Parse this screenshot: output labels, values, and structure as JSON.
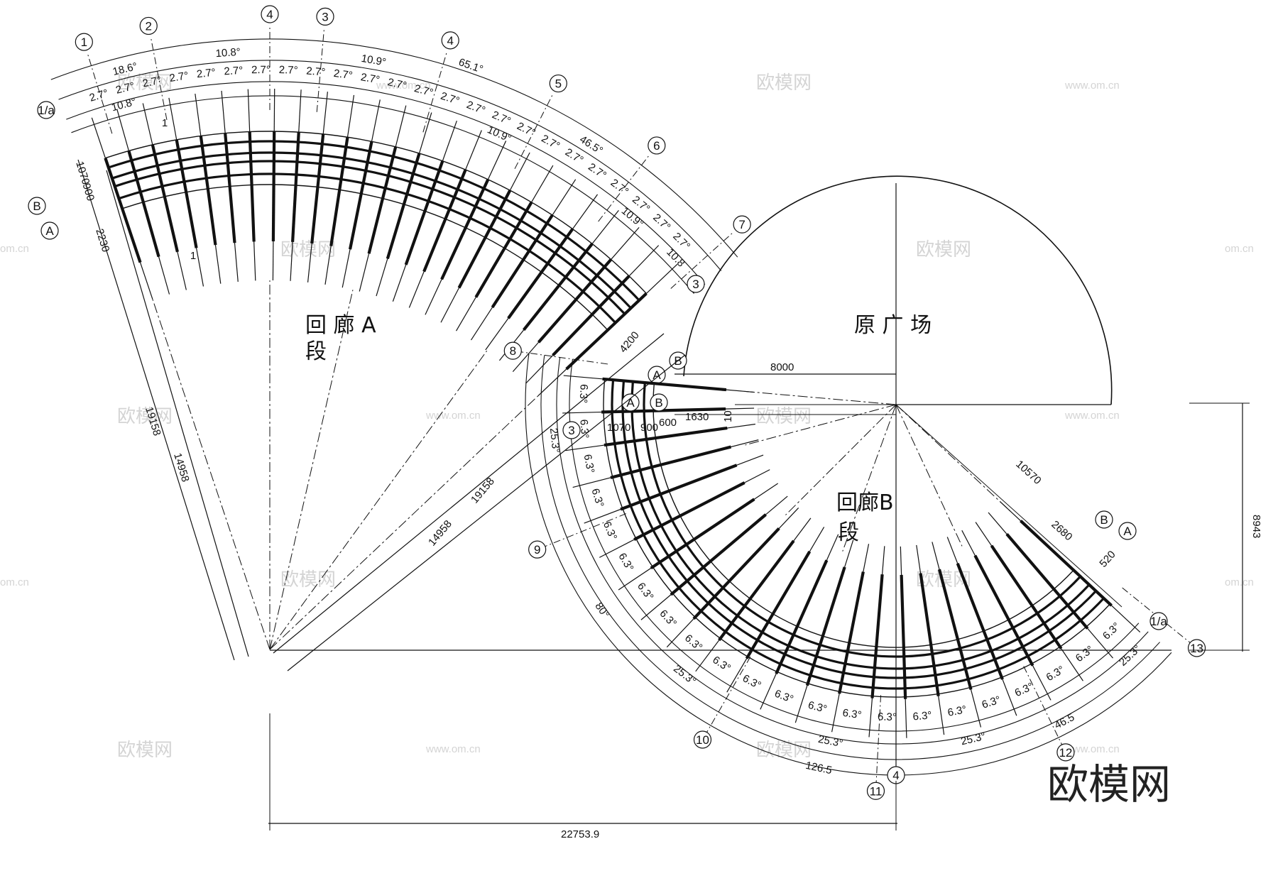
{
  "labels": {
    "corridor_a_1": "回 廊 A",
    "corridor_a_2": "段",
    "corridor_b_1": "回廊B",
    "corridor_b_2": "段",
    "plaza": "原 广 场",
    "brand": "欧模网",
    "watermark": "欧模网",
    "watermark_url": "www.om.cn",
    "watermark_partial": "om.cn",
    "section_mark": "1"
  },
  "dimensions": {
    "a_angle_total": "65.1°",
    "a_angle_18_6": "18.6°",
    "a_angle_46_5": "46.5°",
    "a_arc_1": "10.8°",
    "a_arc_2": "10.9°",
    "a_arc_3": "10.8°",
    "a_arc_4": "10.9°",
    "a_arc_5": "10.8",
    "a_arc_6": "10.8",
    "a_step": "2.7°",
    "a_width_1070": "1070",
    "a_width_900": "900",
    "a_width_2230": "2230",
    "a_width_4200": "4200",
    "a_radius_outer": "19158",
    "a_radius_inner": "14958",
    "plaza_radius": "8000",
    "b_offset_10": "10",
    "b_width_1070": "1070",
    "b_width_900": "900",
    "b_width_600": "600",
    "b_width_1630": "1630",
    "b_radius": "10570",
    "b_width_2680": "2680",
    "b_width_520": "520",
    "b_height": "8943",
    "b_step": "6.3°",
    "b_step_plain": "6.3",
    "b_arc": "25.3°",
    "b_angle_80": "80°",
    "b_angle_126_5": "126.5",
    "b_angle_46_5": "46.5",
    "total_length": "22753.9"
  },
  "grid": {
    "g1": "1",
    "g2": "2",
    "g3": "3",
    "g4": "4",
    "g5": "5",
    "g6": "6",
    "g7": "7",
    "g8": "8",
    "g9": "9",
    "g10": "10",
    "g11": "11",
    "g12": "12",
    "g13": "13",
    "gA": "A",
    "gB": "B",
    "g1a": "1/a"
  }
}
